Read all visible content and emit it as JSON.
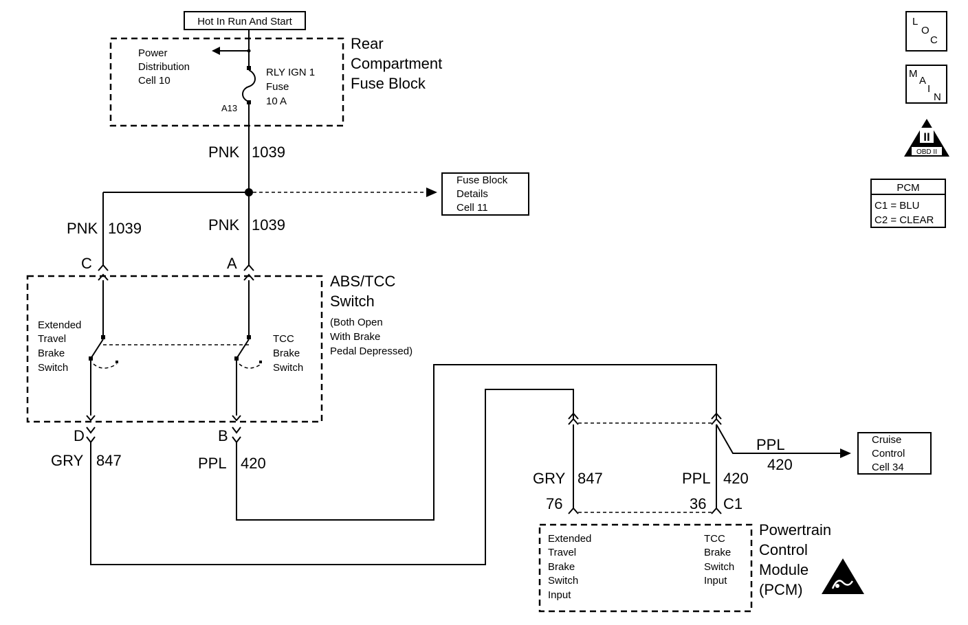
{
  "hot_label": "Hot In Run And Start",
  "rear_fuse_block": {
    "title": [
      "Rear",
      "Compartment",
      "Fuse Block"
    ],
    "power_dist": [
      "Power",
      "Distribution",
      "Cell 10"
    ],
    "fuse": [
      "RLY IGN 1",
      "Fuse",
      "10 A"
    ],
    "pin": "A13"
  },
  "wires": {
    "pnk": "PNK",
    "pnk_num": "1039",
    "gry": "GRY",
    "gry_num": "847",
    "ppl": "PPL",
    "ppl_num": "420"
  },
  "fuse_block_details": [
    "Fuse Block",
    "Details",
    "Cell 11"
  ],
  "switch": {
    "title": [
      "ABS/TCC",
      "Switch"
    ],
    "note": [
      "(Both Open",
      "With Brake",
      "Pedal Depressed)"
    ],
    "ext_label": [
      "Extended",
      "Travel",
      "Brake",
      "Switch"
    ],
    "tcc_label": [
      "TCC",
      "Brake",
      "Switch"
    ],
    "pins": {
      "c": "C",
      "a": "A",
      "d": "D",
      "b": "B"
    }
  },
  "cruise": [
    "Cruise",
    "Control",
    "Cell 34"
  ],
  "pcm": {
    "pin_76": "76",
    "pin_36": "36",
    "connector": "C1",
    "title": [
      "Powertrain",
      "Control",
      "Module",
      "(PCM)"
    ],
    "ext_input": [
      "Extended",
      "Travel",
      "Brake",
      "Switch",
      "Input"
    ],
    "tcc_input": [
      "TCC",
      "Brake",
      "Switch",
      "Input"
    ]
  },
  "legend": {
    "loc": [
      "L",
      "O",
      "C"
    ],
    "main": [
      "M",
      "A",
      "I",
      "N"
    ],
    "obd_roman": "II",
    "obd_text": "OBD II",
    "pcm_title": "PCM",
    "c1": "C1 = BLU",
    "c2": "C2 = CLEAR"
  }
}
